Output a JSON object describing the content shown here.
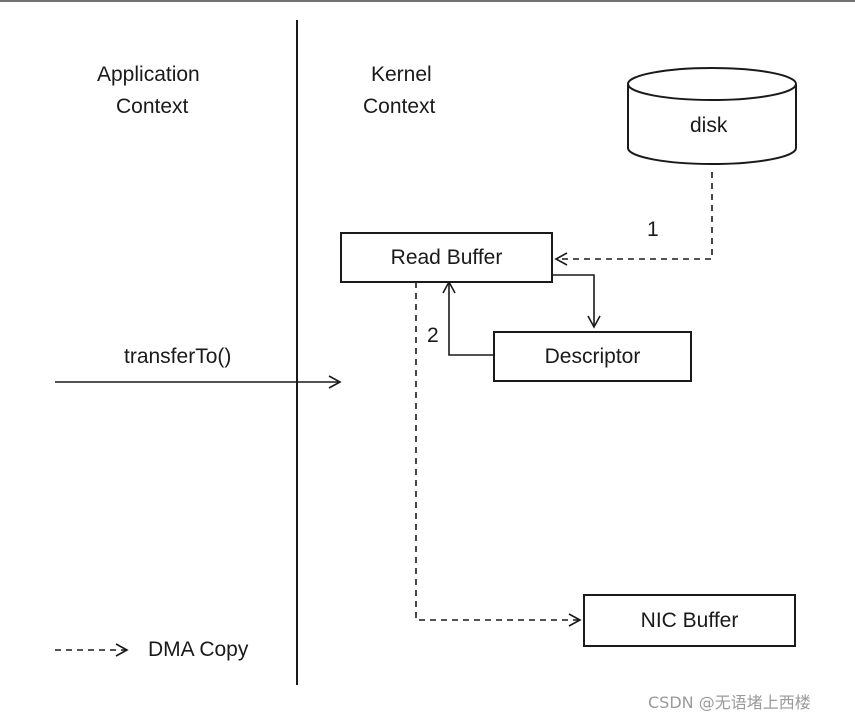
{
  "contexts": {
    "application_line1": "Application",
    "application_line2": "Context",
    "kernel_line1": "Kernel",
    "kernel_line2": "Context"
  },
  "nodes": {
    "disk": "disk",
    "read_buffer": "Read Buffer",
    "descriptor": "Descriptor",
    "nic_buffer": "NIC Buffer"
  },
  "edges": {
    "step1": "1",
    "step2": "2",
    "call": "transferTo()"
  },
  "legend": {
    "dma_copy": "DMA Copy"
  },
  "watermark": "CSDN @无语堵上西楼",
  "colors": {
    "line": "#1a1a1a",
    "background": "#ffffff",
    "watermark": "#9a9a9a"
  }
}
